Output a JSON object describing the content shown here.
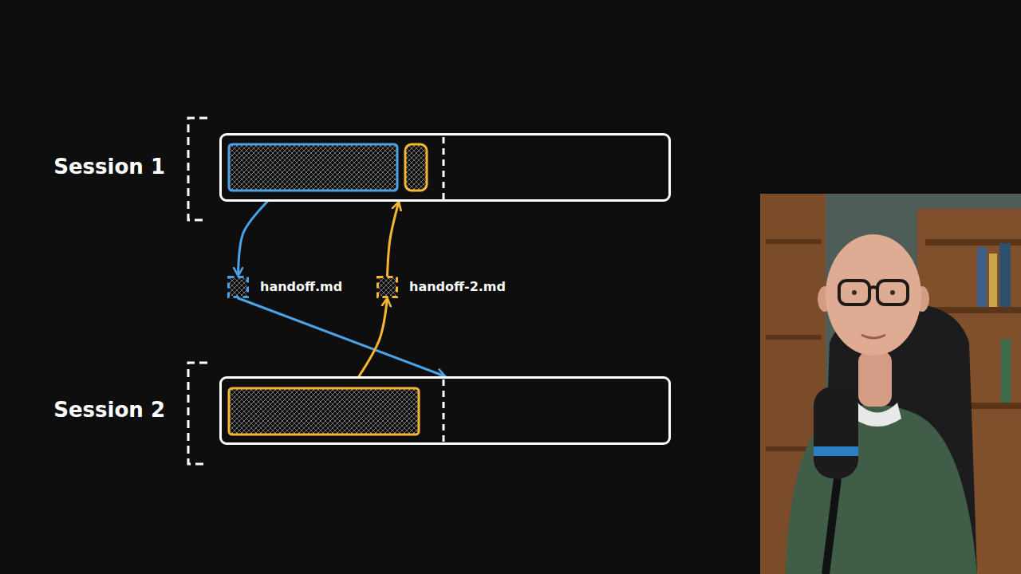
{
  "diagram": {
    "nodes": [
      {
        "text": [
          "Session 1"
        ]
      },
      {
        "text": [
          "handoff.md"
        ]
      },
      {
        "text": [
          "handoff-2.md"
        ]
      },
      {
        "text": [
          "Session 2"
        ]
      }
    ],
    "edges": [
      {
        "from": 0,
        "to": 1,
        "arrow": "to"
      },
      {
        "from": 1,
        "to": 3,
        "arrow": "to"
      },
      {
        "from": 3,
        "to": 2,
        "arrow": "to"
      },
      {
        "from": 2,
        "to": 0,
        "arrow": "to"
      }
    ]
  }
}
